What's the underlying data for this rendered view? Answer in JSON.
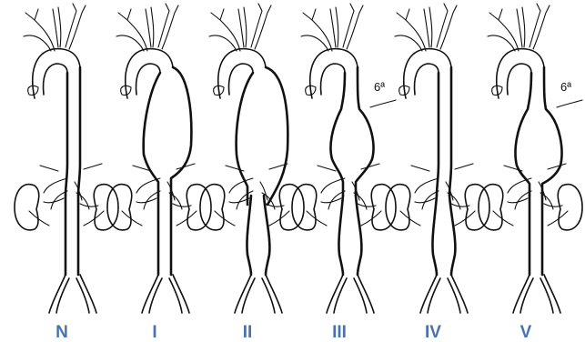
{
  "figure": {
    "label_color": "#4a72b0",
    "panels": [
      {
        "label": "N",
        "type": "normal",
        "rib_label": ""
      },
      {
        "label": "I",
        "type": "I",
        "rib_label": ""
      },
      {
        "label": "II",
        "type": "II",
        "rib_label": ""
      },
      {
        "label": "III",
        "type": "III",
        "rib_label": "6ª"
      },
      {
        "label": "IV",
        "type": "IV",
        "rib_label": ""
      },
      {
        "label": "V",
        "type": "V",
        "rib_label": "6ª"
      }
    ]
  }
}
